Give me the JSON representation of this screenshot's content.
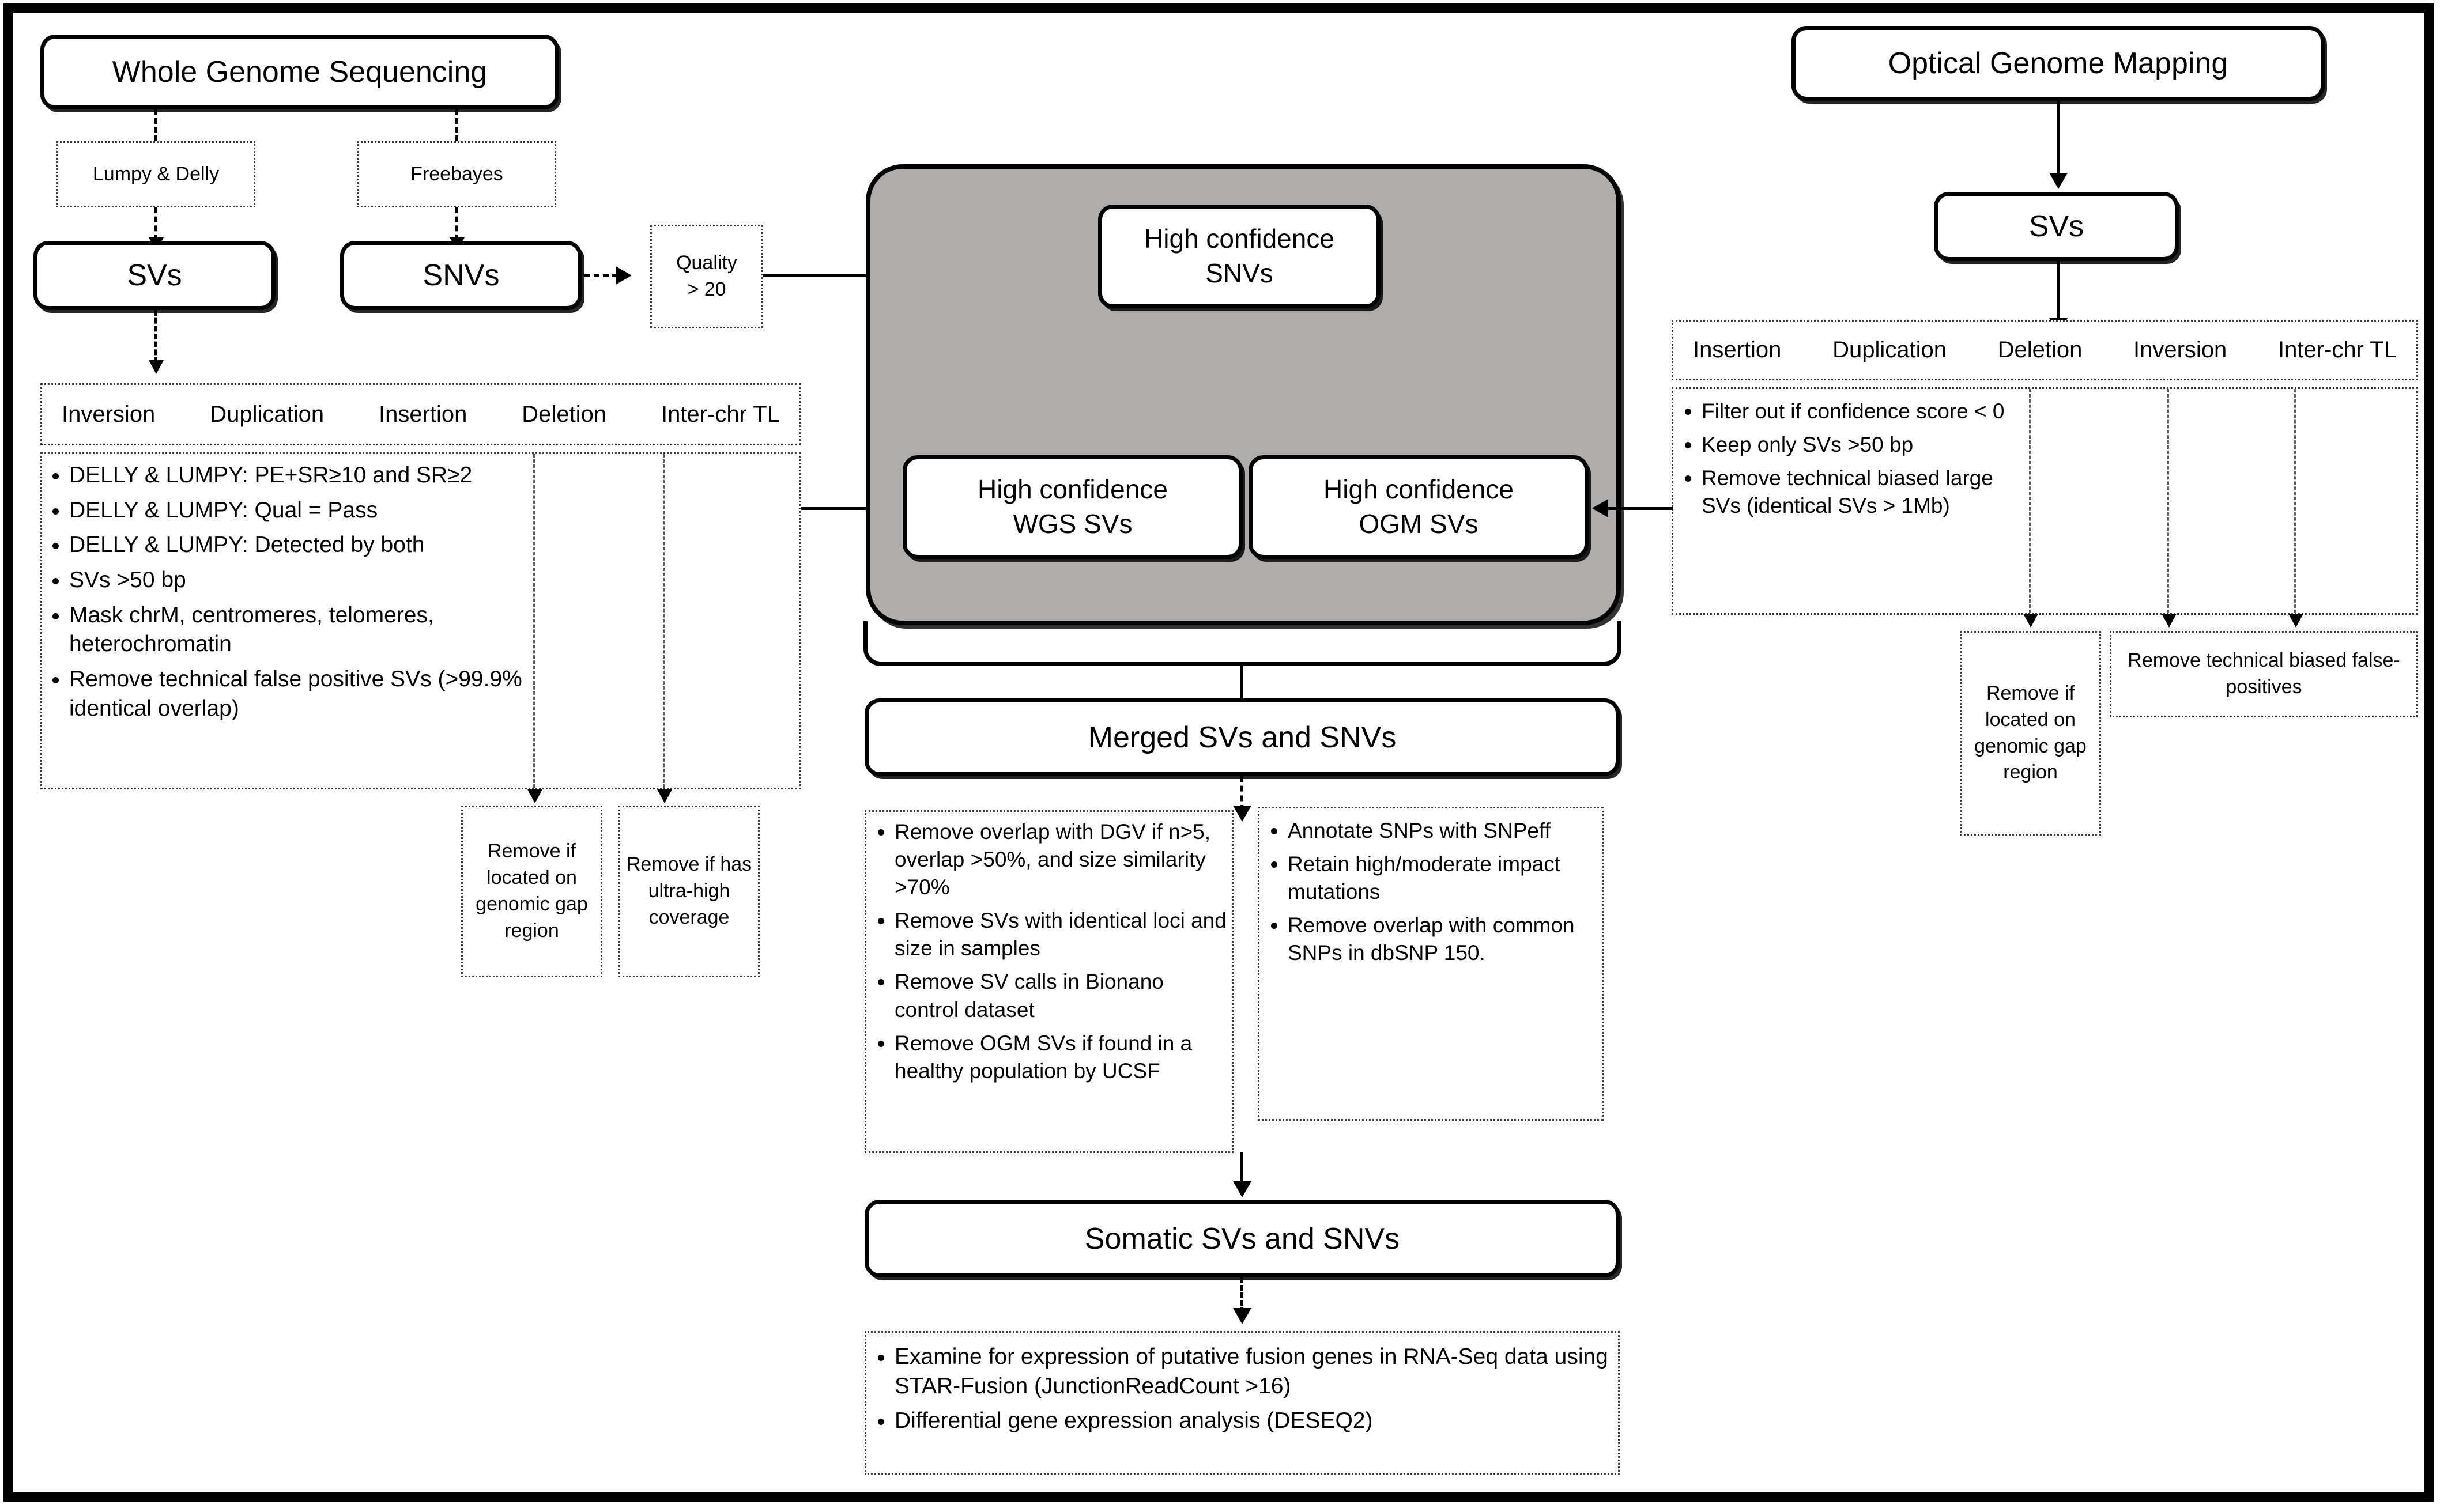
{
  "diagram": {
    "title_left": "Whole Genome Sequencing",
    "title_right": "Optical Genome Mapping"
  },
  "wgs": {
    "source_box": "Whole Genome Sequencing",
    "caller_sv": "Lumpy & Delly",
    "caller_snv": "Freebayes",
    "sv_box": "SVs",
    "snv_box": "SNVs",
    "quality_filter": "Quality\n> 20",
    "quality_filter_line1": "Quality",
    "quality_filter_line2": "> 20",
    "sv_types": [
      "Inversion",
      "Duplication",
      "Insertion",
      "Deletion",
      "Inter-chr TL"
    ],
    "filters": [
      "DELLY & LUMPY: PE+SR≥10 and SR≥2",
      "DELLY & LUMPY: Qual = Pass",
      "DELLY & LUMPY: Detected by both",
      "SVs >50 bp",
      "Mask chrM, centromeres, telomeres, heterochromatin",
      "Remove technical false positive SVs (>99.9% identical overlap)"
    ],
    "removal_gap": "Remove if located on genomic gap region",
    "removal_coverage": "Remove if has ultra-high coverage"
  },
  "ogm": {
    "source_box": "Optical Genome Mapping",
    "sv_box": "SVs",
    "sv_types": [
      "Insertion",
      "Duplication",
      "Deletion",
      "Inversion",
      "Inter-chr TL"
    ],
    "filters": [
      "Filter out if confidence score < 0",
      "Keep only SVs >50 bp",
      "Remove technical biased large SVs (identical SVs > 1Mb)"
    ],
    "removal_gap": "Remove if located on genomic gap region",
    "removal_fp": "Remove technical biased false-positives"
  },
  "center": {
    "high_conf_snvs": "High confidence\nSNVs",
    "high_conf_snvs_l1": "High confidence",
    "high_conf_snvs_l2": "SNVs",
    "high_conf_wgs_l1": "High confidence",
    "high_conf_wgs_l2": "WGS SVs",
    "high_conf_ogm_l1": "High confidence",
    "high_conf_ogm_l2": "OGM SVs",
    "merged": "Merged SVs and SNVs",
    "somatic": "Somatic SVs and SNVs",
    "sv_postfilters": [
      "Remove overlap with DGV if n>5, overlap >50%, and size similarity >70%",
      "Remove SVs with identical loci and size in samples",
      "Remove SV calls in Bionano control dataset",
      "Remove OGM SVs if found in a healthy population by UCSF"
    ],
    "snv_postfilters": [
      "Annotate SNPs with SNPeff",
      "Retain high/moderate impact mutations",
      "Remove overlap with common SNPs in dbSNP 150."
    ],
    "downstream": [
      "Examine for expression of putative fusion genes in RNA-Seq data using STAR-Fusion (JunctionReadCount >16)",
      "Differential gene expression analysis (DESEQ2)"
    ]
  },
  "colors": {
    "gray_zone": "#AFACAC",
    "stroke": "#000000",
    "dotted": "#3a3a3a"
  }
}
